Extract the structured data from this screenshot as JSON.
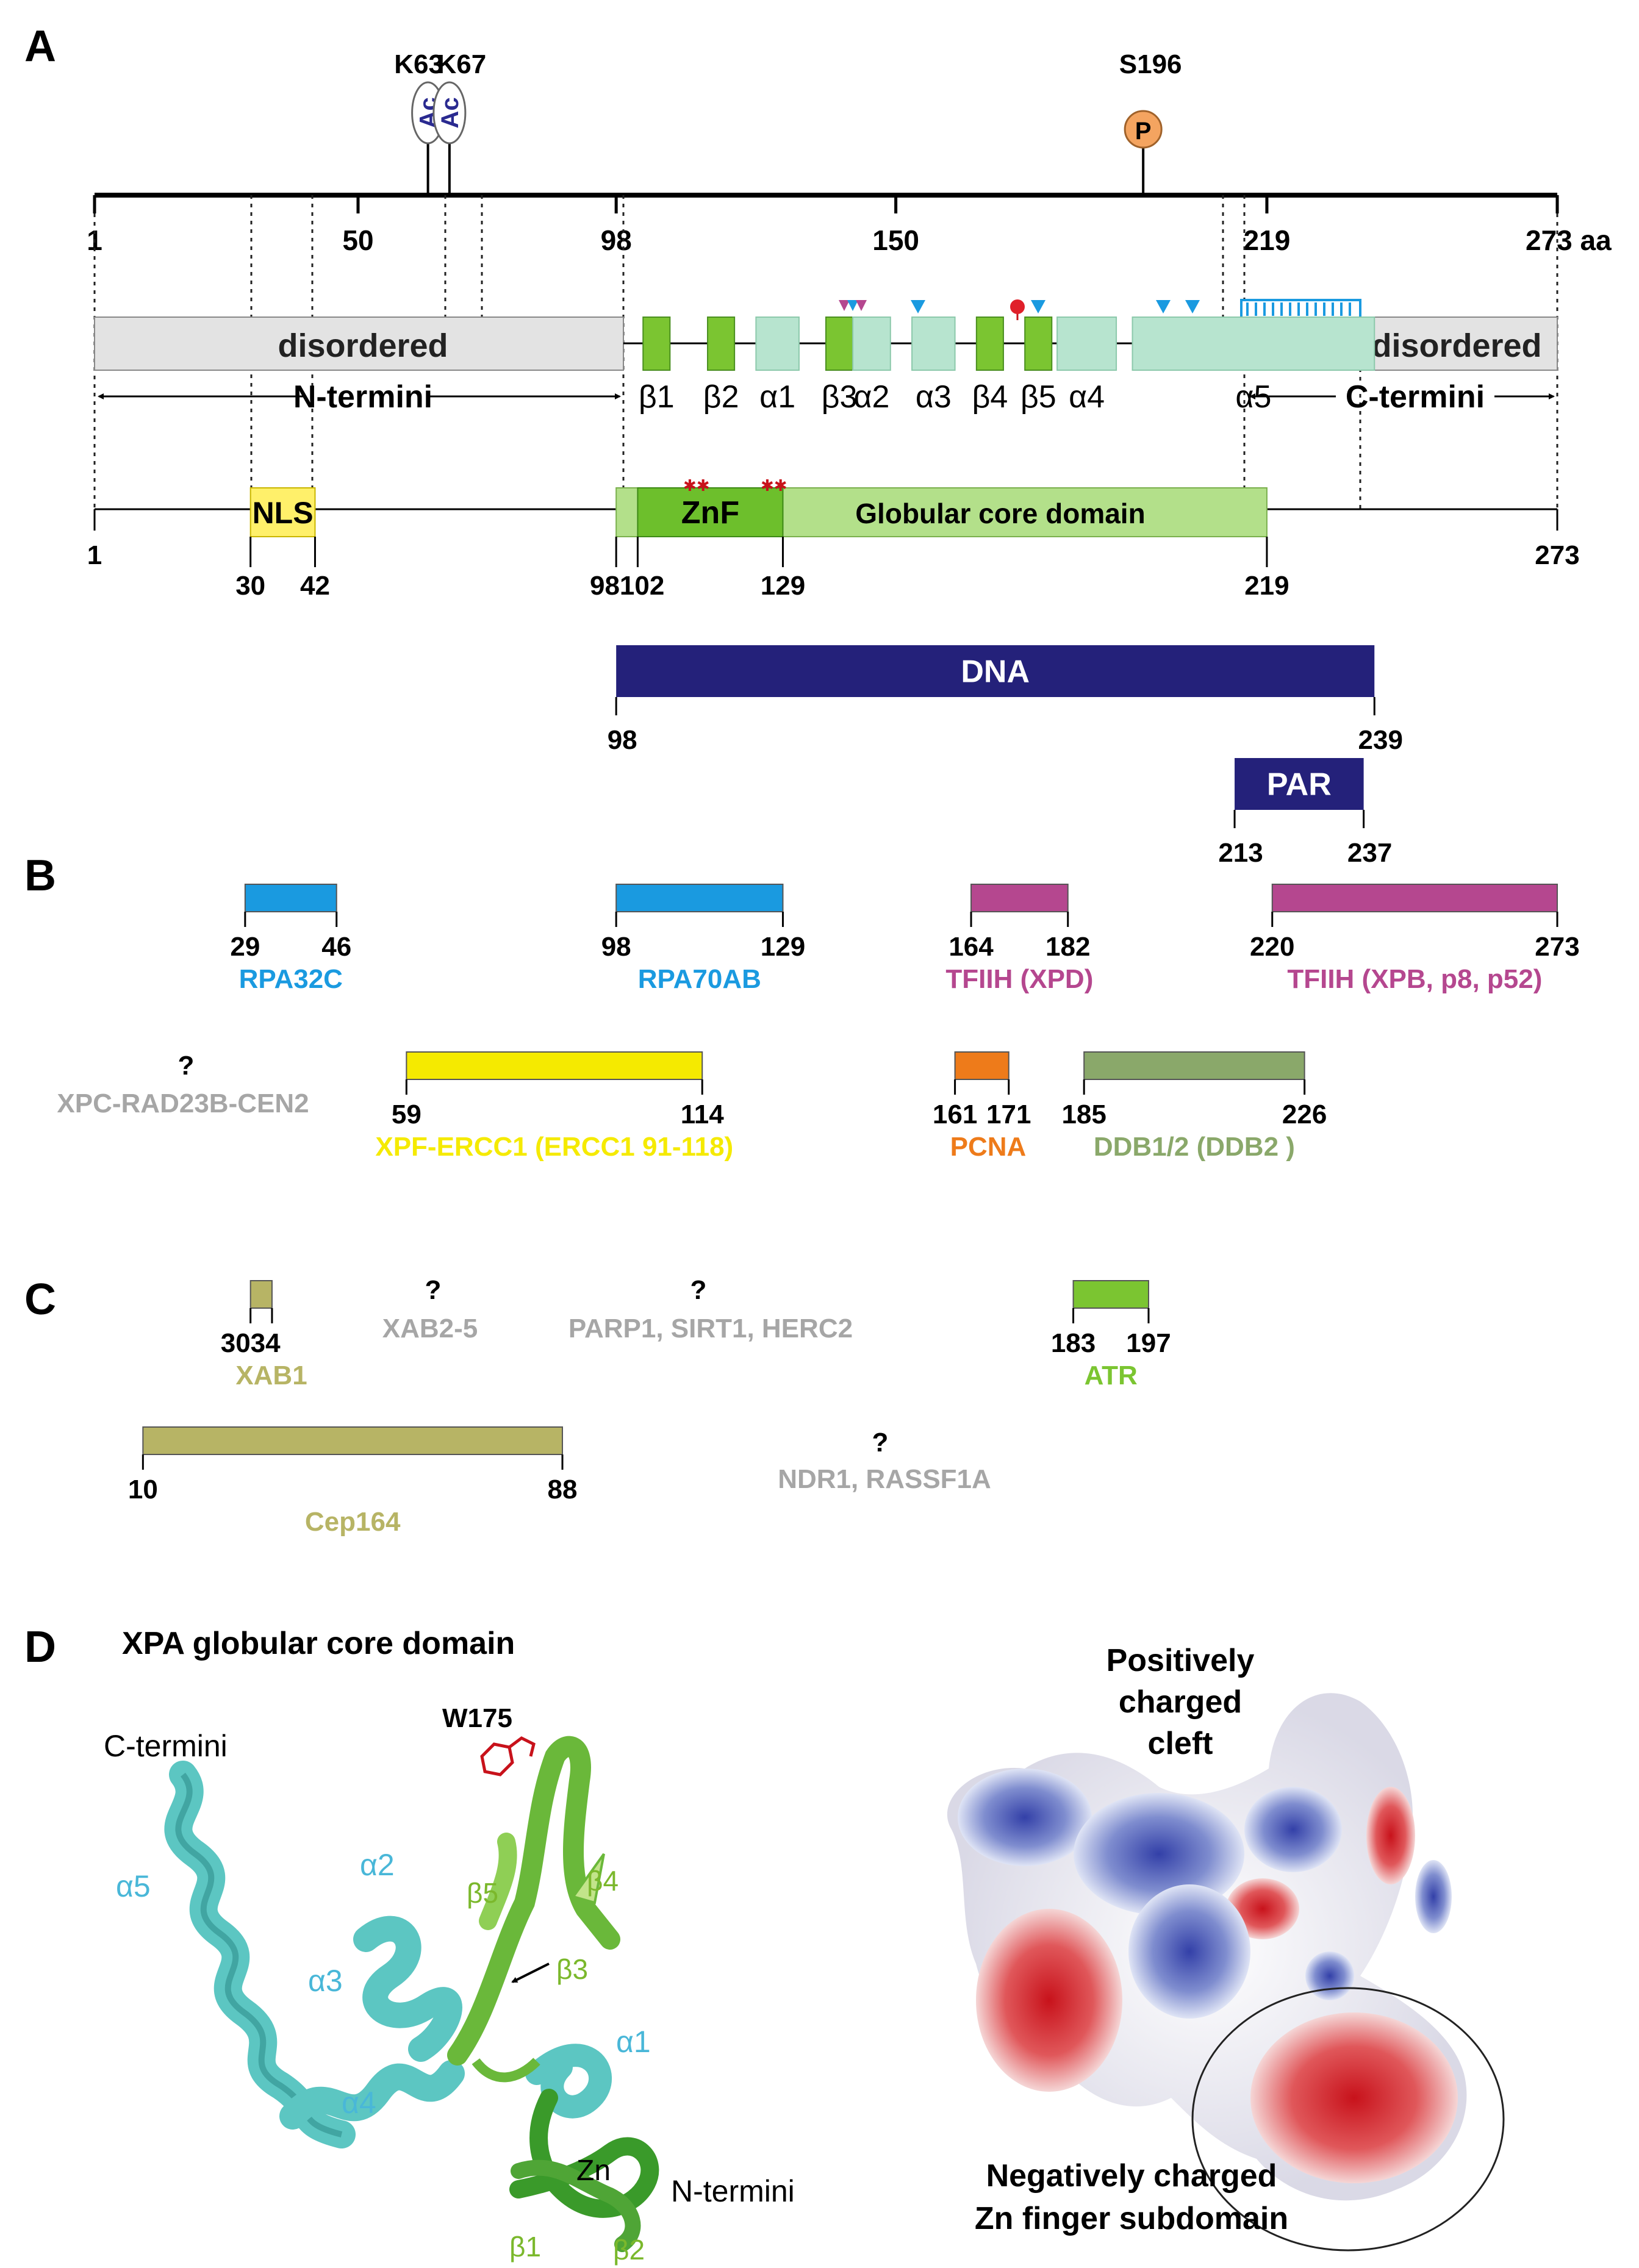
{
  "panels": {
    "a": "A",
    "b": "B",
    "c": "C",
    "d": "D"
  },
  "panelA": {
    "modifications": [
      {
        "site": "K63",
        "mark": "Ac",
        "type": "acetyl",
        "position": 63
      },
      {
        "site": "K67",
        "mark": "Ac",
        "type": "acetyl",
        "position": 67
      },
      {
        "site": "S196",
        "mark": "P",
        "type": "phospho",
        "position": 196
      }
    ],
    "ruler": {
      "length": 273,
      "ticks": [
        {
          "pos": 1,
          "label": "1"
        },
        {
          "pos": 50,
          "label": "50"
        },
        {
          "pos": 98,
          "label": "98"
        },
        {
          "pos": 150,
          "label": "150"
        },
        {
          "pos": 219,
          "label": "219"
        },
        {
          "pos": 273,
          "label": "273 aa"
        }
      ]
    },
    "secondary": {
      "disordered_left": {
        "label": "disordered",
        "start": 1,
        "end": 98
      },
      "disordered_right": {
        "label": "disordered",
        "start": 239,
        "end": 273
      },
      "elements": [
        {
          "label": "β1",
          "type": "strand",
          "start": 103,
          "end": 108
        },
        {
          "label": "β2",
          "type": "strand",
          "start": 115,
          "end": 120
        },
        {
          "label": "α1",
          "type": "helix",
          "start": 124,
          "end": 132
        },
        {
          "label": "β3",
          "type": "strand",
          "start": 137,
          "end": 142
        },
        {
          "label": "α2",
          "type": "helix",
          "start": 142,
          "end": 149
        },
        {
          "label": "α3",
          "type": "helix",
          "start": 153,
          "end": 161
        },
        {
          "label": "β4",
          "type": "strand",
          "start": 165,
          "end": 170
        },
        {
          "label": "β5",
          "type": "strand",
          "start": 174,
          "end": 179
        },
        {
          "label": "α4",
          "type": "helix",
          "start": 180,
          "end": 191
        },
        {
          "label": "α5",
          "type": "helix",
          "start": 194,
          "end": 239
        }
      ],
      "n_termini": "N-termini",
      "c_termini": "C-termini"
    },
    "domains": {
      "nls": {
        "label": "NLS",
        "start": 30,
        "end": 42
      },
      "znf": {
        "label": "ZnF",
        "start": 102,
        "end": 129
      },
      "core": {
        "label": "Globular core domain",
        "start": 98,
        "end": 219
      },
      "numbers": [
        {
          "pos": 1,
          "label": "1"
        },
        {
          "pos": 30,
          "label": "30"
        },
        {
          "pos": 42,
          "label": "42"
        },
        {
          "pos": 98,
          "label": "98102"
        },
        {
          "pos": 129,
          "label": "129"
        },
        {
          "pos": 219,
          "label": "219"
        },
        {
          "pos": 273,
          "label": "273"
        }
      ]
    },
    "dna": {
      "label": "DNA",
      "start": 98,
      "end": 239,
      "start_label": "98",
      "end_label": "239"
    },
    "par": {
      "label": "PAR",
      "start": 213,
      "end": 237,
      "start_label": "213",
      "end_label": "237"
    }
  },
  "panelB": {
    "bars": [
      {
        "name": "RPA32C",
        "start": 29,
        "end": 46,
        "start_label": "29",
        "end_label": "46",
        "color": "#1a9ae0"
      },
      {
        "name": "RPA70AB",
        "start": 98,
        "end": 129,
        "start_label": "98",
        "end_label": "129",
        "color": "#1a9ae0"
      },
      {
        "name": "TFIIH (XPD)",
        "start": 164,
        "end": 182,
        "start_label": "164",
        "end_label": "182",
        "color": "#b5478f"
      },
      {
        "name": "TFIIH (XPB, p8, p52)",
        "start": 220,
        "end": 273,
        "start_label": "220",
        "end_label": "273",
        "color": "#b5478f"
      },
      {
        "name": "XPF-ERCC1 (ERCC1 91-118)",
        "start": 59,
        "end": 114,
        "start_label": "59",
        "end_label": "114",
        "color": "#f5ea00"
      },
      {
        "name": "PCNA",
        "start": 161,
        "end": 171,
        "start_label": "161",
        "end_label": "171",
        "color": "#ee7b1a"
      },
      {
        "name": "DDB1/2 (DDB2 )",
        "start": 185,
        "end": 226,
        "start_label": "185",
        "end_label": "226",
        "color": "#8aa86a"
      }
    ],
    "unknown": [
      {
        "q": "?",
        "name": "XPC-RAD23B-CEN2"
      }
    ]
  },
  "panelC": {
    "bars": [
      {
        "name": "XAB1",
        "start": 30,
        "end": 34,
        "start_label": "3034",
        "end_label": "",
        "color": "#b7b465"
      },
      {
        "name": "ATR",
        "start": 183,
        "end": 197,
        "start_label": "183",
        "end_label": "197",
        "color": "#7bc531"
      },
      {
        "name": "Cep164",
        "start": 10,
        "end": 88,
        "start_label": "10",
        "end_label": "88",
        "color": "#b7b465"
      }
    ],
    "unknown": [
      {
        "q": "?",
        "name": "XAB2-5"
      },
      {
        "q": "?",
        "name": "PARP1, SIRT1, HERC2"
      },
      {
        "q": "?",
        "name": "NDR1, RASSF1A"
      }
    ]
  },
  "panelD": {
    "title": "XPA globular core domain",
    "ribbon_labels": {
      "c_termini": "C-termini",
      "n_termini": "N-termini",
      "w175": "W175",
      "zn": "Zn",
      "a1": "α1",
      "a2": "α2",
      "a3": "α3",
      "a4": "α4",
      "a5": "α5",
      "b1": "β1",
      "b2": "β2",
      "b3": "β3",
      "b4": "β4",
      "b5": "β5"
    },
    "surface_labels": {
      "cleft": [
        "Positively",
        "charged",
        "cleft"
      ],
      "zn_sub": [
        "Negatively charged",
        "Zn finger subdomain"
      ]
    }
  },
  "colors": {
    "strand": "#7bc531",
    "helix": "#b7e4cf",
    "disordered": "#e3e3e3",
    "core": "#b3e08a",
    "znf": "#6dbf2c",
    "nls": "#fff06a",
    "dna": "#24217a",
    "helix_ribbon": "#5cc6c2",
    "strand_ribbon": "#6ab83a",
    "label_cyan": "#49b7d8",
    "label_green": "#7bb82c"
  }
}
